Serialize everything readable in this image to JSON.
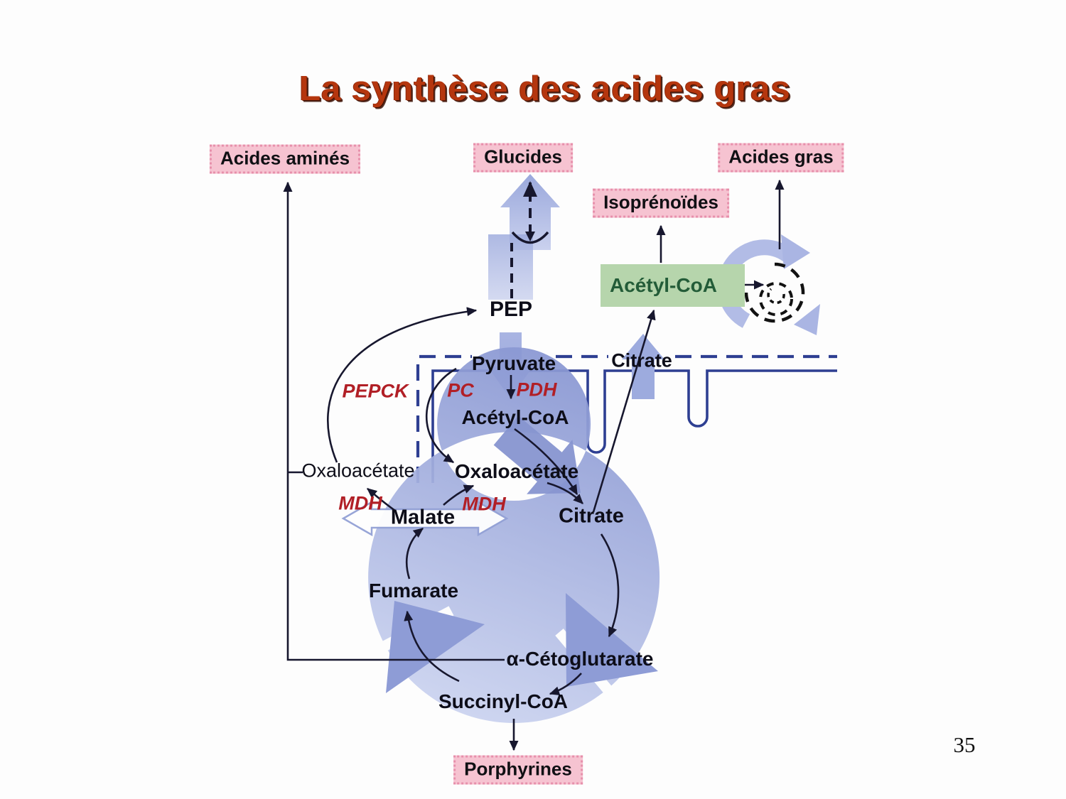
{
  "slide": {
    "title": "La synthèse des acides gras",
    "page_number": "35"
  },
  "colors": {
    "title": "#b5360e",
    "pink_bg": "#f6c3d1",
    "pink_border": "#e78fab",
    "green_bg": "#b6d5ac",
    "green_text": "#235c38",
    "enzyme": "#b11f26",
    "membrane": "#2e3f92",
    "ink": "#17172e",
    "block_arrow_blue": "#98a5d8"
  },
  "boxes": {
    "amino_acids": "Acides aminés",
    "glucides": "Glucides",
    "fatty_acids": "Acides gras",
    "isoprenoids": "Isoprénoïdes",
    "porphyrins": "Porphyrines",
    "acetyl_coa_cytosolic": "Acétyl-CoA"
  },
  "metabolites": {
    "pep": "PEP",
    "pyruvate": "Pyruvate",
    "citrate_cytosolic": "Citrate",
    "acetyl_coa_mitochondrial": "Acétyl-CoA",
    "oxaloacetate_cytosolic": "Oxaloacétate",
    "oxaloacetate_mitochondrial": "Oxaloacétate",
    "malate": "Malate",
    "citrate": "Citrate",
    "fumarate": "Fumarate",
    "alpha_ketoglutarate": "α-Cétoglutarate",
    "succinyl_coa": "Succinyl-CoA"
  },
  "enzymes": {
    "pepck": "PEPCK",
    "pc": "PC",
    "pdh": "PDH",
    "mdh_cytosolic": "MDH",
    "mdh_mitochondrial": "MDH"
  }
}
